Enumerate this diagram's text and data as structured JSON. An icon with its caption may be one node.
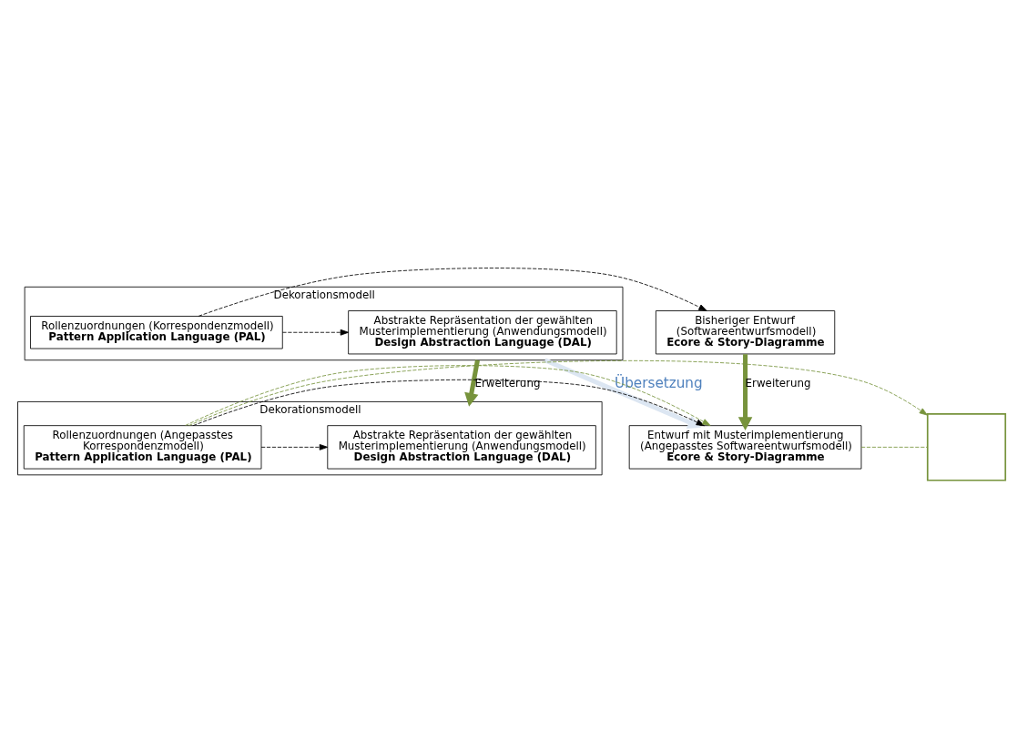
{
  "diagram": {
    "nodes": [
      {
        "text": [
          "Dekorationsmodell"
        ]
      },
      {
        "text": [
          "Abstrakte Repräsentation der gewählten Musterimplementierung (Anwendungsmodell)",
          "Design Abstraction Language (DAL)"
        ],
        "in": 0
      },
      {
        "text": [
          "Rollenzuordnungen (Korrespondenzmodell)",
          "Pattern Application Language (PAL)"
        ],
        "in": 0
      },
      {
        "text": [
          "Bisheriger Entwurf (Softwareentwurfsmodell)",
          "Ecore & Story-Diagramme"
        ]
      },
      {
        "text": [
          "Dekorationsmodell"
        ]
      },
      {
        "text": [
          "Abstrakte Repräsentation der gewählten Musterimplementierung (Anwendungsmodell)",
          "Design Abstraction Language (DAL)"
        ],
        "in": 4
      },
      {
        "text": [
          "Rollenzuordnungen (Angepasstes Korrespondenzmodell)",
          "Pattern Application Language (PAL)"
        ],
        "in": 4
      },
      {
        "text": [
          "Entwurf mit Musterimplementierung (Angepasstes Softwareentwurfsmodell)",
          "Ecore & Story-Diagramme"
        ]
      },
      {
        "text": [],
        "shape": "box"
      }
    ],
    "edges": [
      {
        "from": 0,
        "to": 4,
        "arrow": "to",
        "label": "Erweiterung",
        "style": "thick",
        "color": "#77933c"
      },
      {
        "from": 3,
        "to": 7,
        "arrow": "to",
        "label": "Erweiterung",
        "style": "thick",
        "color": "#77933c"
      },
      {
        "from": 0,
        "to": 7,
        "arrow": "to",
        "label": "Übersetzung",
        "style": "thick",
        "color": "#dce6f2"
      },
      {
        "from": 2,
        "to": 1,
        "arrow": "to",
        "style": "dashed",
        "color": "#000000"
      },
      {
        "from": 2,
        "to": 3,
        "arrow": "to",
        "style": "dashed",
        "color": "#000000"
      },
      {
        "from": 6,
        "to": 5,
        "arrow": "to",
        "style": "dashed",
        "color": "#000000"
      },
      {
        "from": 6,
        "to": 7,
        "arrow": "to",
        "style": "dashed",
        "color": "#000000"
      },
      {
        "from": 6,
        "to": 7,
        "arrow": "to",
        "style": "dashed",
        "color": "#77933c"
      },
      {
        "from": 6,
        "to": 8,
        "arrow": "to",
        "style": "dashed",
        "color": "#77933c"
      },
      {
        "from": 7,
        "to": 8,
        "arrow": "none",
        "style": "dashed",
        "color": "#77933c"
      }
    ]
  }
}
